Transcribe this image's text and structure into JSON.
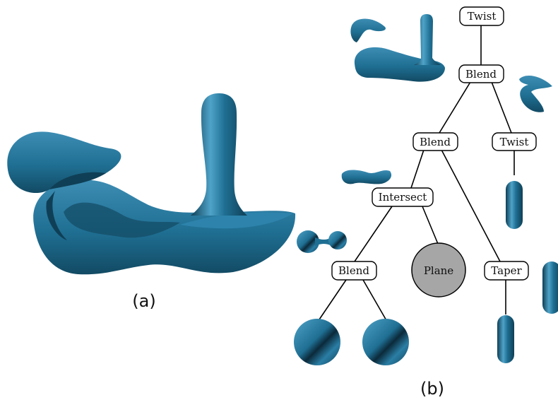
{
  "panel_a": {
    "caption": "(a)"
  },
  "panel_b": {
    "caption": "(b)"
  },
  "tree": {
    "root": "Twist",
    "blend_top": "Blend",
    "blend_mid": "Blend",
    "twist_right": "Twist",
    "intersect": "Intersect",
    "taper": "Taper",
    "blend_low": "Blend",
    "plane": "Plane"
  },
  "colors": {
    "shape": "#1f6f93",
    "shape_dark": "#0f3f56",
    "shape_light": "#4fa3c8",
    "plane_fill": "#a6a6a6",
    "line": "#000000"
  }
}
